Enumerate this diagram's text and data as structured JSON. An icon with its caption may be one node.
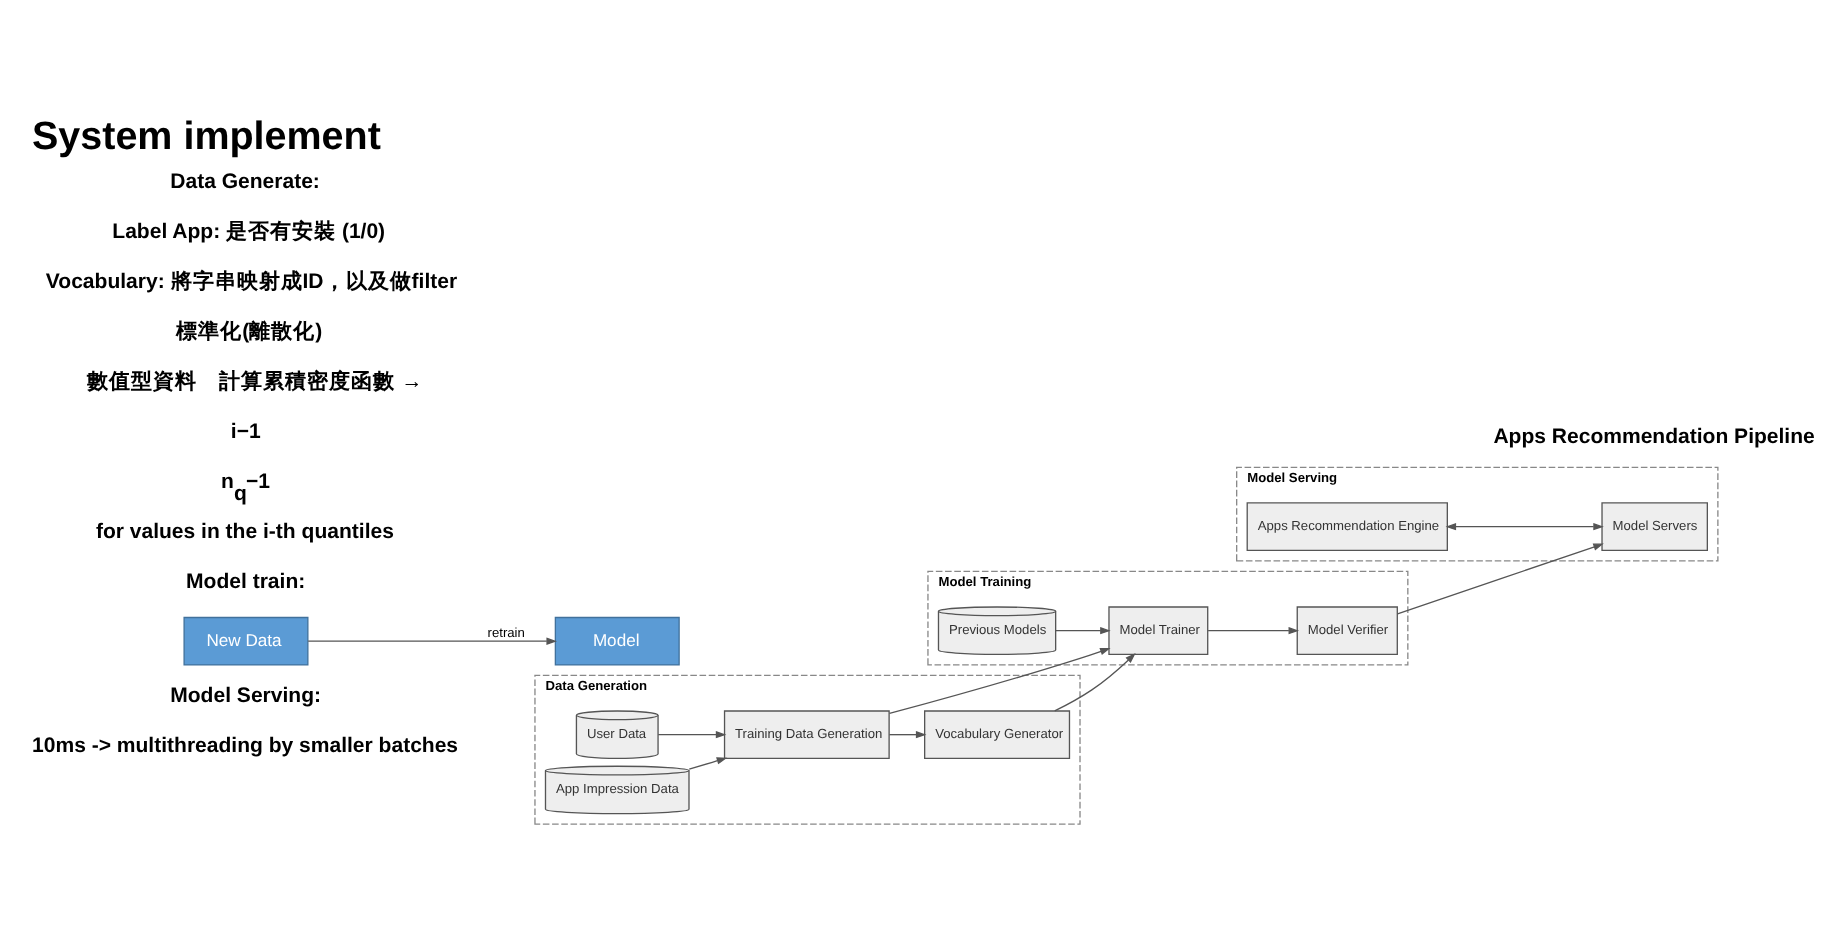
{
  "diagram": {
    "title": "System implement",
    "nodes": [
      {
        "text": [
          "Data Generation"
        ]
      },
      {
        "text": [
          "User Data"
        ],
        "in": 0
      },
      {
        "text": [
          "App Impression Data"
        ],
        "in": 0
      },
      {
        "text": [
          "Training Data Generation"
        ],
        "in": 0
      },
      {
        "text": [
          "Vocabulary Generator"
        ],
        "in": 0
      },
      {
        "text": [
          "Model Training"
        ]
      },
      {
        "text": [
          "Previous Models"
        ],
        "in": 5
      },
      {
        "text": [
          "Model Trainer"
        ],
        "in": 5
      },
      {
        "text": [
          "Model Verifier"
        ],
        "in": 5
      },
      {
        "text": [
          "Model Serving"
        ]
      },
      {
        "text": [
          "Apps Recommendation Engine"
        ],
        "in": 9
      },
      {
        "text": [
          "Model Servers"
        ],
        "in": 9
      },
      {
        "text": [
          "New Data"
        ]
      },
      {
        "text": [
          "Model"
        ]
      }
    ],
    "edges": [
      {
        "from": 1,
        "to": 3,
        "arrow": "to"
      },
      {
        "from": 2,
        "to": 3,
        "arrow": "to"
      },
      {
        "from": 3,
        "to": 4,
        "arrow": "to"
      },
      {
        "from": 3,
        "to": 7,
        "arrow": "to"
      },
      {
        "from": 4,
        "to": 7,
        "arrow": "to"
      },
      {
        "from": 6,
        "to": 7,
        "arrow": "to"
      },
      {
        "from": 7,
        "to": 8,
        "arrow": "to"
      },
      {
        "from": 8,
        "to": 11,
        "arrow": "to"
      },
      {
        "from": 10,
        "to": 11,
        "arrow": "both"
      },
      {
        "from": 12,
        "to": 13,
        "label": "retrain",
        "arrow": "to"
      }
    ],
    "labels": [
      "Data Generate:",
      "Label App: 是否有安裝 (1/0)",
      "Vocabulary: 將字串映射成ID，以及做filter",
      "標準化(離散化)",
      "數值型資料　計算累積密度函數 →",
      "i−1",
      "n$_{q}$−1",
      "for values in the i-th quantiles",
      "Model train:",
      "Model Serving:",
      "10ms -> multithreading by smaller batches",
      "Apps Recommendation Pipeline"
    ]
  }
}
